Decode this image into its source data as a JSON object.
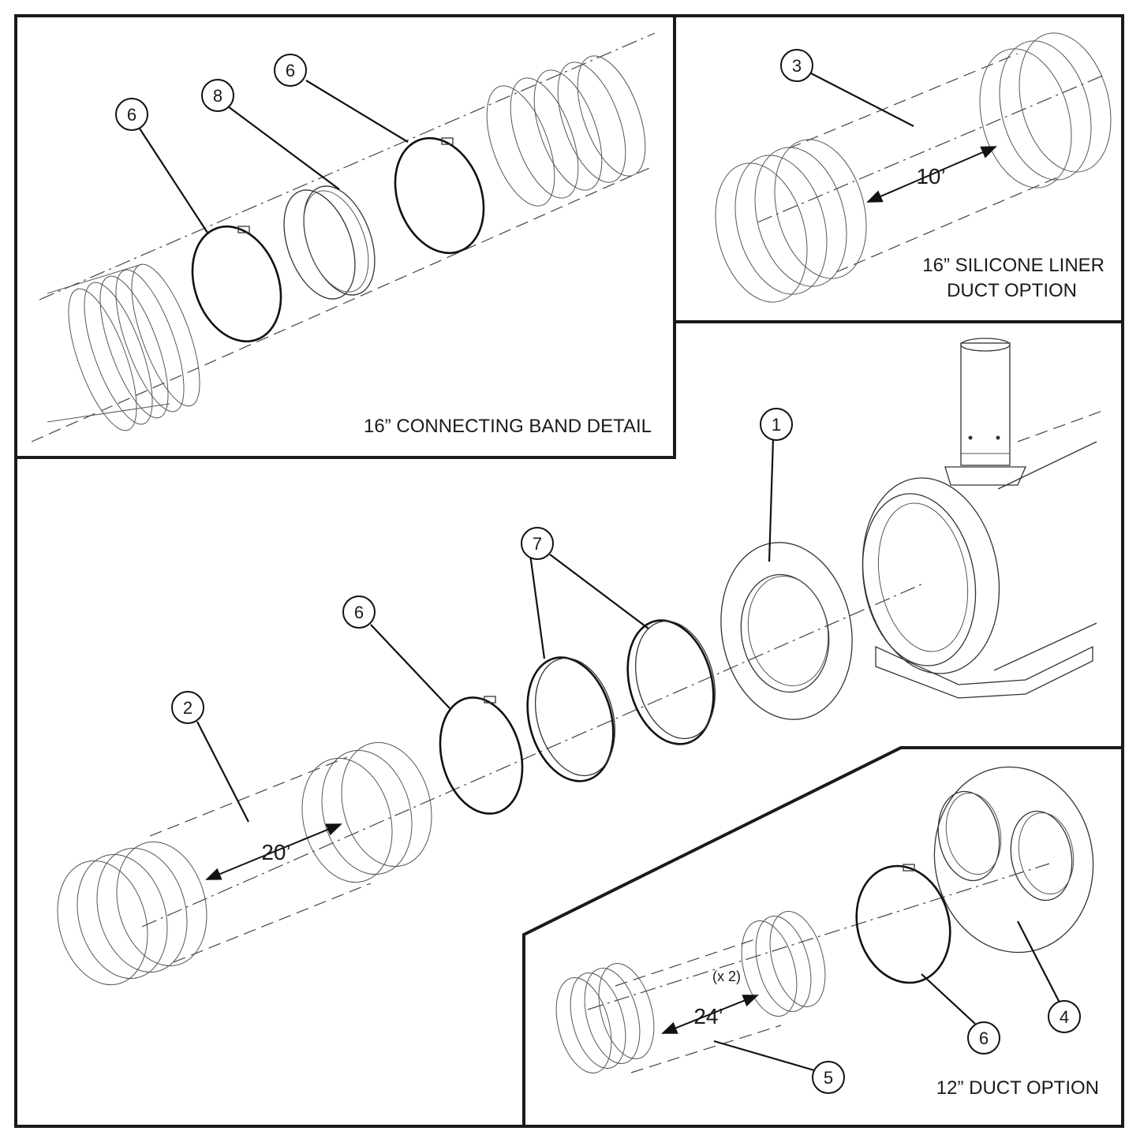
{
  "panels": {
    "connecting_band": {
      "title": "16” CONNECTING BAND DETAIL"
    },
    "silicone_liner": {
      "title_line1": "16” SILICONE LINER",
      "title_line2": "DUCT OPTION"
    },
    "main": {},
    "duct_12": {
      "title": "12” DUCT OPTION"
    }
  },
  "dimensions": {
    "silicone_length": "10’",
    "main_length": "20’",
    "duct12_length": "24’",
    "duct12_qty": "(x 2)"
  },
  "callouts": {
    "c1": "1",
    "c2": "2",
    "c3": "3",
    "c4": "4",
    "c5": "5",
    "c6": "6",
    "c7": "7",
    "c8": "8"
  }
}
